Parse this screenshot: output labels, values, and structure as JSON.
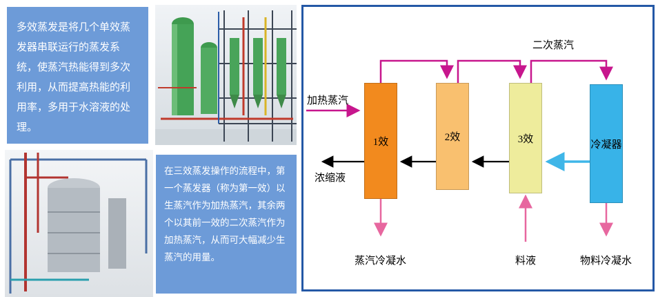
{
  "intro_panel": {
    "text": "多效蒸发是将几个单效蒸发器串联运行的蒸发系统，使蒸汽热能得到多次利用，从而提高热能的利用率，多用于水溶液的处理。"
  },
  "process_panel": {
    "text": "在三效蒸发操作的流程中，第一个蒸发器（称为第一效）以生蒸汽作为加热蒸汽，其余两个以其前一效的二次蒸汽作为加热蒸汽，从而可大幅减少生蒸汽的用量。"
  },
  "diagram": {
    "labels": {
      "secondary_steam": "二次蒸汽",
      "heating_steam": "加热蒸汽",
      "concentrated_liquid": "浓缩液",
      "steam_condensate": "蒸汽冷凝水",
      "feed_liquid": "料液",
      "material_condensate": "物料冷凝水"
    },
    "units": [
      {
        "label": "1效",
        "color": "#F28A1E"
      },
      {
        "label": "2效",
        "color": "#F9C06F"
      },
      {
        "label": "3效",
        "color": "#EEEC9C"
      },
      {
        "label": "冷凝器",
        "color": "#38B3E8"
      }
    ],
    "colors": {
      "panel_border": "#2458A6",
      "steam_line": "#C7168D",
      "condensate_line": "#E7679F",
      "liquid_line": "#000000",
      "condenser_vapor_line": "#3FB6E8",
      "text_panel_bg": "#6D9BD8"
    }
  }
}
